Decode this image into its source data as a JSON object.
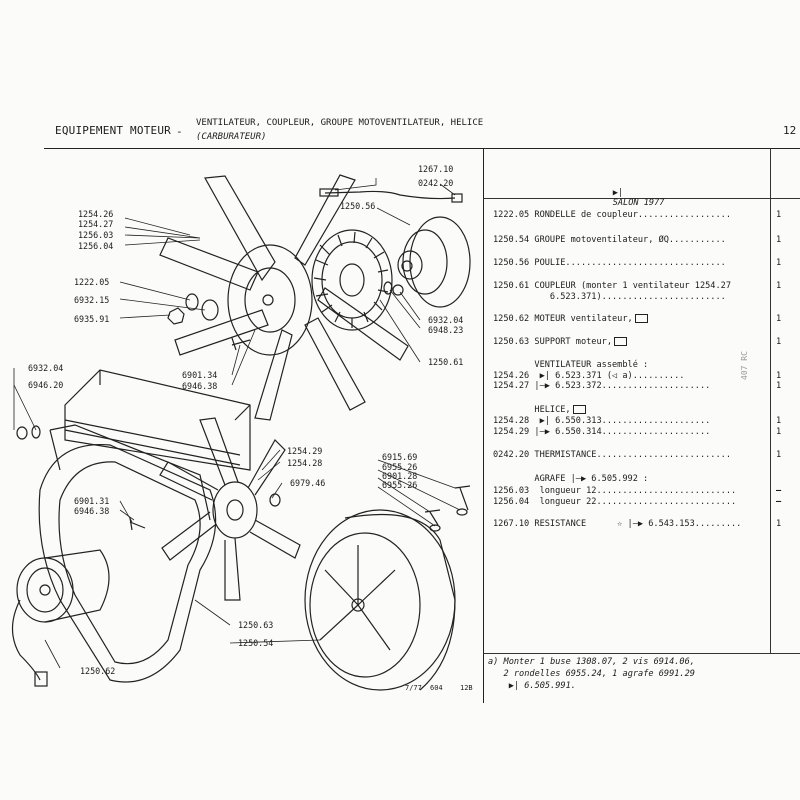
{
  "header": {
    "title": "EQUIPEMENT MOTEUR",
    "dash": "-",
    "subtitle": "VENTILATEUR, COUPLEUR, GROUPE MOTOVENTILATEUR, HELICE",
    "subtitle2": "(CARBURATEUR)",
    "page_number": "12"
  },
  "right_panel": {
    "salon": "SALON 1977",
    "salon_arrow": "▶|",
    "rows": [
      {
        "text": "1222.05 RONDELLE de coupleur..................",
        "qty": "1"
      },
      {
        "text": "1250.54 GROUPE motoventilateur, ØQ...........",
        "qty": "1"
      },
      {
        "text": "1250.56 POULIE...............................",
        "qty": "1"
      },
      {
        "text": "1250.61 COUPLEUR (monter 1 ventilateur 1254.27",
        "qty": "1"
      },
      {
        "text": "           6.523.371)........................",
        "qty": ""
      },
      {
        "text": "1250.62 MOTEUR ventilateur,",
        "qty": "1"
      },
      {
        "text": "1250.63 SUPPORT moteur,",
        "qty": "1"
      },
      {
        "text": "        VENTILATEUR assemblé :",
        "qty": ""
      },
      {
        "text": "1254.26  ▶| 6.523.371 (◁ a)..........",
        "qty": "1"
      },
      {
        "text": "1254.27 |—▶ 6.523.372.....................",
        "qty": "1"
      },
      {
        "text": "        HELICE,",
        "qty": ""
      },
      {
        "text": "1254.28  ▶| 6.550.313.....................",
        "qty": "1"
      },
      {
        "text": "1254.29 |—▶ 6.550.314.....................",
        "qty": "1"
      },
      {
        "text": "0242.20 THERMISTANCE..........................",
        "qty": "1"
      },
      {
        "text": "        AGRAFE |—▶ 6.505.992 :",
        "qty": ""
      },
      {
        "text": "1256.03  longueur 12...........................",
        "qty": "–"
      },
      {
        "text": "1256.04  longueur 22...........................",
        "qty": "–"
      },
      {
        "text": "1267.10 RESISTANCE      ☆ |—▶ 6.543.153.........",
        "qty": "1"
      }
    ],
    "note_lines": [
      "a) Monter 1 buse 1308.07, 2 vis 6914.06,",
      "   2 rondelles 6955.24, 1 agrafe 6991.29",
      "    ▶| 6.505.991."
    ],
    "stamp": "407 RC"
  },
  "diagram_labels": {
    "l1267_10": "1267.10",
    "l0242_20": "0242.20",
    "l1250_56": "1250.56",
    "l1254_26": "1254.26",
    "l1254_27": "1254.27",
    "l1256_03": "1256.03",
    "l1256_04": "1256.04",
    "l1222_05": "1222.05",
    "l6932_15": "6932.15",
    "l6935_91": "6935.91",
    "l6932_04a": "6932.04",
    "l6948_23": "6948.23",
    "l6901_34": "6901.34",
    "l6946_38a": "6946.38",
    "l1250_61": "1250.61",
    "l6932_04b": "6932.04",
    "l6946_20": "6946.20",
    "l1254_29": "1254.29",
    "l1254_28": "1254.28",
    "l6979_46": "6979.46",
    "l6915_69": "6915.69",
    "l6955_26a": "6955.26",
    "l6901_28": "6901.28",
    "l6955_26b": "6955.26",
    "l6901_31": "6901.31",
    "l6946_38b": "6946.38",
    "l1250_63": "1250.63",
    "l1250_54": "1250.54",
    "l1250_62": "1250.62"
  },
  "footer": {
    "date": "7/77",
    "code": "604",
    "ref": "12B"
  }
}
